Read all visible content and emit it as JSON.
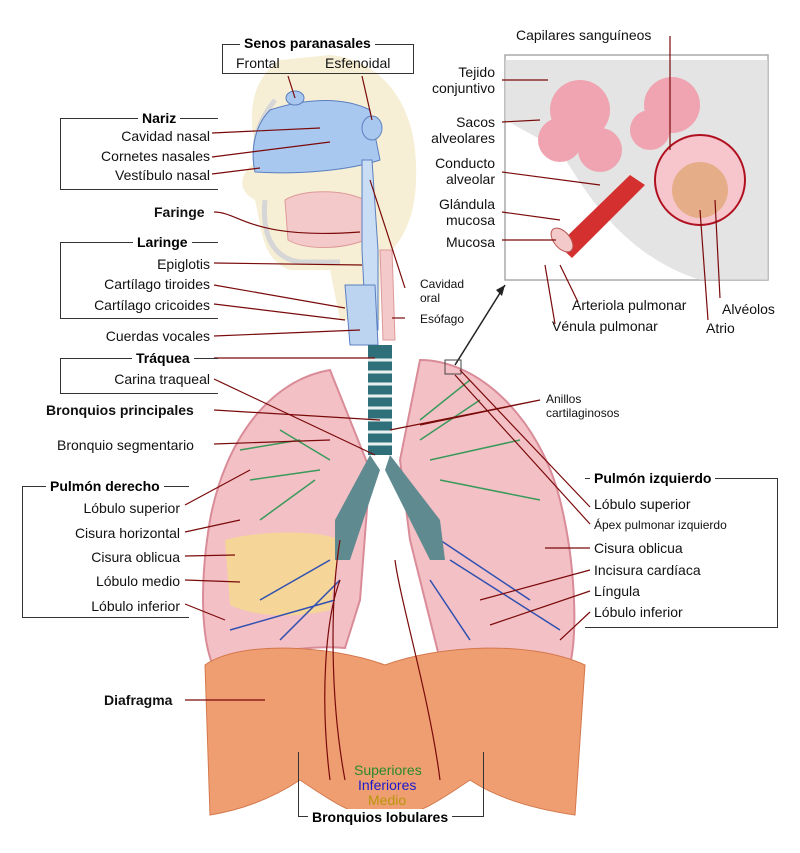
{
  "sinuses": {
    "title": "Senos paranasales",
    "frontal": "Frontal",
    "sphenoid": "Esfenoidal"
  },
  "nose": {
    "title": "Nariz",
    "cavity": "Cavidad nasal",
    "turbinates": "Cornetes nasales",
    "vestibule": "Vestíbulo nasal"
  },
  "pharynx": "Faringe",
  "larynx": {
    "title": "Laringe",
    "epiglottis": "Epiglotis",
    "thyroid": "Cartílago tiroides",
    "cricoid": "Cartílago cricoides",
    "vocal_cords": "Cuerdas vocales"
  },
  "trachea": {
    "title": "Tráquea",
    "carina": "Carina traqueal"
  },
  "main_bronchi": "Bronquios principales",
  "segmental_bronchus": "Bronquio segmentario",
  "right_lung": {
    "title": "Pulmón derecho",
    "upper": "Lóbulo superior",
    "horizontal": "Cisura horizontal",
    "oblique": "Cisura oblicua",
    "middle": "Lóbulo medio",
    "lower": "Lóbulo inferior"
  },
  "left_lung": {
    "title": "Pulmón izquierdo",
    "upper": "Lóbulo superior",
    "apex": "Ápex pulmonar izquierdo",
    "oblique": "Cisura oblicua",
    "cardiac_notch": "Incisura cardíaca",
    "lingula": "Língula",
    "lower": "Lóbulo inferior"
  },
  "diaphragm": "Diafragma",
  "oral_cavity": {
    "line1": "Cavidad",
    "line2": "oral"
  },
  "esophagus": "Esófago",
  "rings": {
    "line1": "Anillos",
    "line2": "cartilaginosos"
  },
  "inset": {
    "capillaries": "Capilares sanguíneos",
    "tissue": {
      "line1": "Tejido",
      "line2": "conjuntivo"
    },
    "sacs": {
      "line1": "Sacos",
      "line2": "alveolares"
    },
    "duct": {
      "line1": "Conducto",
      "line2": "alveolar"
    },
    "gland": {
      "line1": "Glándula",
      "line2": "mucosa"
    },
    "mucosa": "Mucosa",
    "arteriole": "Arteriola pulmonar",
    "venule": "Vénula pulmonar",
    "alveoli": "Alvéolos",
    "atrium": "Atrio"
  },
  "lobar": {
    "title": "Bronquios lobulares",
    "upper": "Superiores",
    "lower": "Inferiores",
    "middle": "Medio"
  },
  "colors": {
    "upper_green": "#2a8a2a",
    "lower_blue": "#1a1acc",
    "middle_gold": "#b8960a",
    "leader": "#7a0a0a"
  }
}
